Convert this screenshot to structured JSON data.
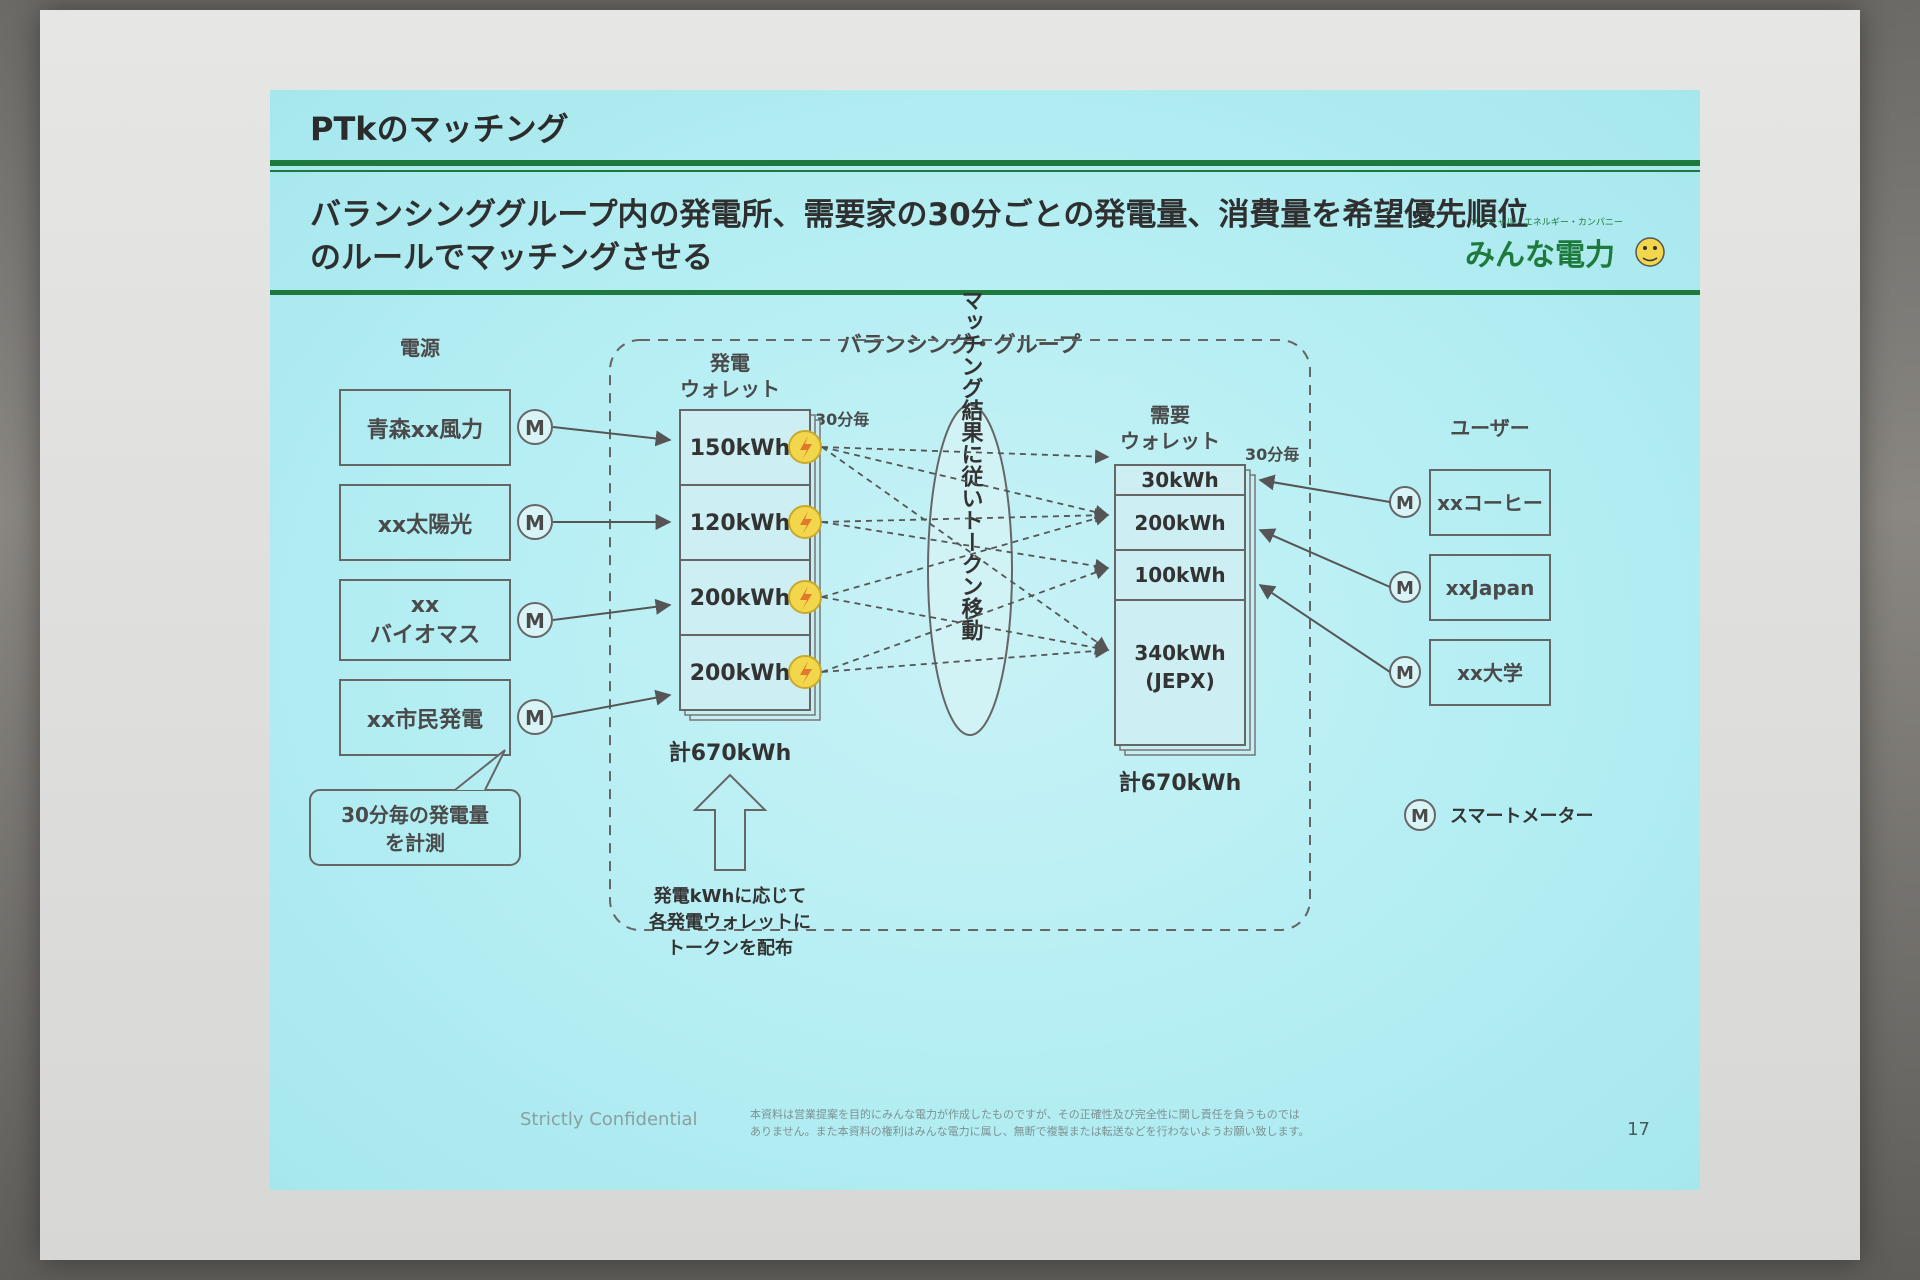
{
  "slide": {
    "header": "PTkのマッチング",
    "headline_line1": "バランシンググループ内の発電所、需要家の30分ごとの発電量、消費量を希望優先順位",
    "headline_line2": "のルールでマッチングさせる",
    "logo_tagline": "ソーシャル・エネルギー・カンパニー",
    "logo_name": "みんな電力",
    "footer_confidential": "Strictly Confidential",
    "footer_note_line1": "本資料は営業提案を目的にみんな電力が作成したものですが、その正確性及び完全性に関し責任を負うものでは",
    "footer_note_line2": "ありません。また本資料の権利はみんな電力に属し、無断で複製または転送などを行わないようお願い致します。",
    "page_number": "17"
  },
  "diagram": {
    "sources_label": "電源",
    "sources": [
      {
        "name": "青森xx風力"
      },
      {
        "name": "xx太陽光"
      },
      {
        "name_line1": "xx",
        "name_line2": "バイオマス"
      },
      {
        "name": "xx市民発電"
      }
    ],
    "meter_letter": "M",
    "callout_line1": "30分毎の発電量",
    "callout_line2": "を計測",
    "group_label": "バランシング・グループ",
    "gen_wallet_line1": "発電",
    "gen_wallet_line2": "ウォレット",
    "gen_interval": "30分毎",
    "gen_values": [
      "150kWh",
      "120kWh",
      "200kWh",
      "200kWh"
    ],
    "gen_total": "計670kWh",
    "token_note_line1": "発電kWhに応じて",
    "token_note_line2": "各発電ウォレットに",
    "token_note_line3": "トークンを配布",
    "matching_label": "マッチング結果に従いトークン移動",
    "demand_wallet_line1": "需要",
    "demand_wallet_line2": "ウォレット",
    "demand_interval": "30分毎",
    "demand_values": [
      "30kWh",
      "200kWh",
      "100kWh",
      "340kWh"
    ],
    "demand_extra": "(JEPX)",
    "demand_total": "計670kWh",
    "users_label": "ユーザー",
    "users": [
      "xxコーヒー",
      "xxJapan",
      "xx大学"
    ],
    "legend_text": "スマートメーター"
  },
  "colors": {
    "brand_green": "#1e7a3c",
    "slide_bg": "#b4eef3",
    "text_gray": "#4a4a4a",
    "token_yellow": "#f2d64b"
  }
}
